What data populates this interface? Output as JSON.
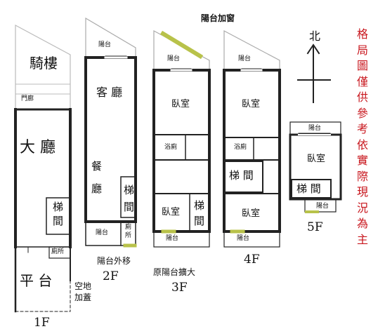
{
  "note_vertical": "格局圖僅供參考 依實際現況為主",
  "north_label": "北",
  "floors": {
    "f1": {
      "label": "1F",
      "arcade": "騎樓",
      "porch": "門廊",
      "hall": "大 廳",
      "stairs_a": "梯",
      "stairs_b": "間",
      "toilet": "廁所",
      "terrace": "平 台",
      "extension_a": "空地",
      "extension_b": "加蓋"
    },
    "f2": {
      "label": "2F",
      "balcony_top": "陽台",
      "living": "客 廳",
      "dining_a": "餐",
      "dining_b": "廳",
      "stairs_a": "梯",
      "stairs_b": "間",
      "balcony_bottom": "陽台",
      "toilet_a": "廁",
      "toilet_b": "所",
      "note": "陽台外移"
    },
    "f3": {
      "label": "3F",
      "window_note": "陽台加窗",
      "balcony_top": "陽台",
      "bedroom_1": "臥室",
      "bathroom": "浴廁",
      "bedroom_2": "臥室",
      "stairs_a": "梯",
      "stairs_b": "間",
      "balcony_bottom": "陽台",
      "note": "原陽台擴大"
    },
    "f4": {
      "label": "4F",
      "balcony_top": "陽台",
      "bedroom_1": "臥室",
      "bathroom": "浴廁",
      "stairs": "梯 間",
      "bedroom_2": "臥室",
      "balcony_bottom": "陽台"
    },
    "f5": {
      "label": "5F",
      "balcony_top": "陽台",
      "bedroom": "臥室",
      "stairs": "梯 間",
      "balcony_bottom": "陽台"
    }
  }
}
